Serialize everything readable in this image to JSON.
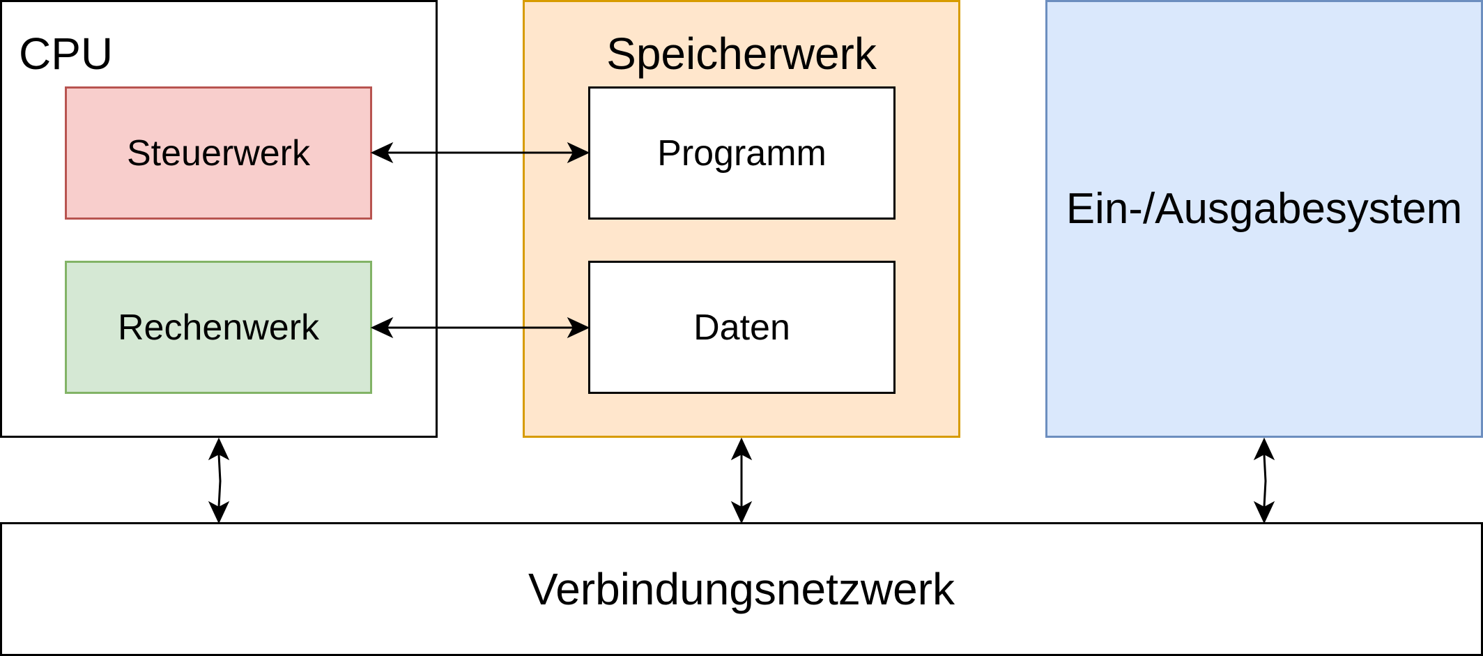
{
  "diagram": {
    "cpu": {
      "title": "CPU",
      "steuerwerk": "Steuerwerk",
      "rechenwerk": "Rechenwerk"
    },
    "speicherwerk": {
      "title": "Speicherwerk",
      "programm": "Programm",
      "daten": "Daten"
    },
    "io": {
      "label": "Ein-/Ausgabesystem"
    },
    "network": {
      "label": "Verbindungsnetzwerk"
    },
    "colors": {
      "steuerwerk_fill": "#f8cecc",
      "steuerwerk_stroke": "#b85450",
      "rechenwerk_fill": "#d5e8d4",
      "rechenwerk_stroke": "#82b366",
      "speicherwerk_fill": "#ffe6cc",
      "speicherwerk_stroke": "#d79b00",
      "io_fill": "#dae8fc",
      "io_stroke": "#6c8ebf"
    }
  }
}
